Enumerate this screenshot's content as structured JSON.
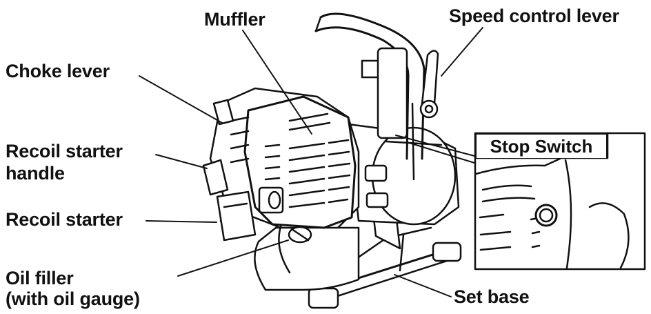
{
  "labels": {
    "muffler": "Muffler",
    "speed_control_lever": "Speed control lever",
    "choke_lever": "Choke lever",
    "recoil_starter_handle_line1": "Recoil starter",
    "recoil_starter_handle_line2": "handle",
    "recoil_starter": "Recoil starter",
    "oil_filler_line1": "Oil filler",
    "oil_filler_line2": "(with oil gauge)",
    "set_base": "Set base",
    "stop_switch": "Stop Switch"
  },
  "colors": {
    "line": "#111111",
    "fill": "#ffffff",
    "shade": "#dddddd"
  }
}
